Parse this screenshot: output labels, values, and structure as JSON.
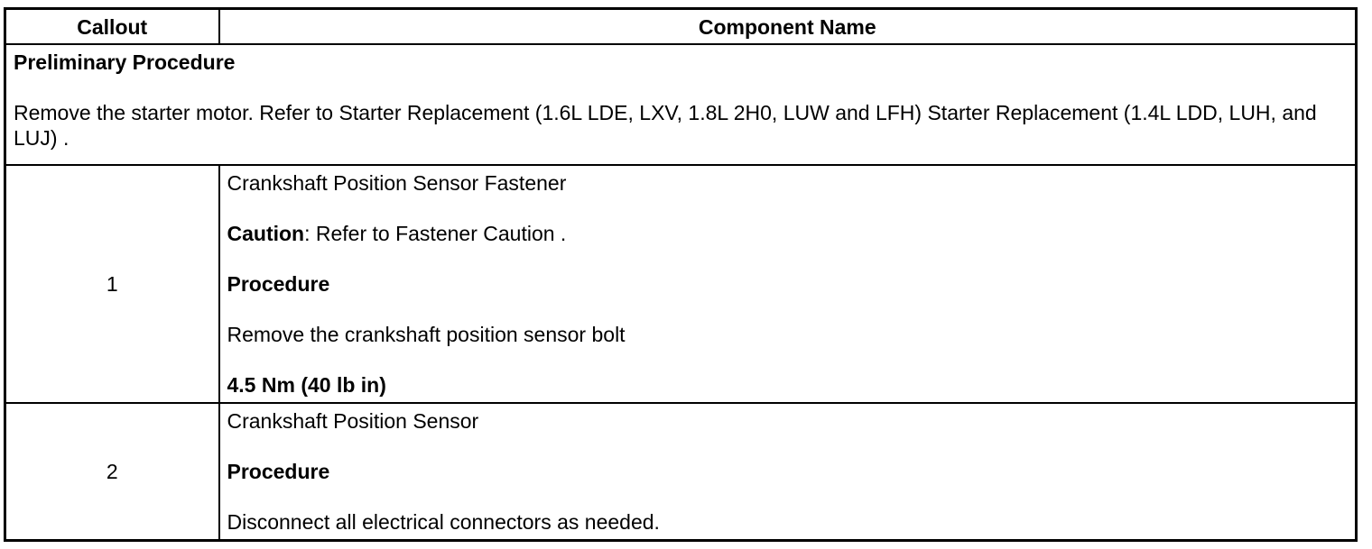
{
  "header": {
    "callout": "Callout",
    "component": "Component Name"
  },
  "preliminary": {
    "title": "Preliminary Procedure",
    "body": "Remove the starter motor. Refer to Starter Replacement (1.6L LDE, LXV, 1.8L 2H0, LUW and LFH) Starter Replacement (1.4L LDD, LUH, and LUJ) ."
  },
  "rows": [
    {
      "callout": "1",
      "component_name": "Crankshaft Position Sensor Fastener",
      "caution_label": "Caution",
      "caution_text": ": Refer to Fastener Caution .",
      "procedure_label": "Procedure",
      "procedure_text": "Remove the crankshaft position sensor bolt",
      "torque_spec": "4.5 Nm (40 lb in)"
    },
    {
      "callout": "2",
      "component_name": "Crankshaft Position Sensor",
      "procedure_label": "Procedure",
      "procedure_text": "Disconnect all electrical connectors as needed."
    }
  ],
  "colors": {
    "border": "#000000",
    "text": "#000000",
    "background": "#ffffff"
  }
}
